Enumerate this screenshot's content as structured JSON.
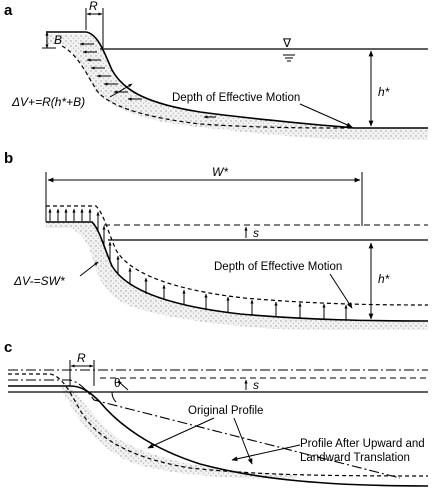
{
  "figure": {
    "panel_a": {
      "panel_label": "a",
      "R_label": "R",
      "B_label": "B",
      "h_label": "h*",
      "water_symbol": "∇",
      "volume_label": "ΔV+=R(h*+B)",
      "depth_label": "Depth of Effective Motion"
    },
    "panel_b": {
      "panel_label": "b",
      "W_label": "W*",
      "s_label": "s",
      "h_label": "h*",
      "volume_label": "ΔV-=SW*",
      "depth_label": "Depth of Effective Motion"
    },
    "panel_c": {
      "panel_label": "c",
      "R_label": "R",
      "theta_label": "θ",
      "s_label": "s",
      "original_label": "Original Profile",
      "after_label_line1": "Profile After Upward and",
      "after_label_line2": "Landward Translation"
    }
  }
}
